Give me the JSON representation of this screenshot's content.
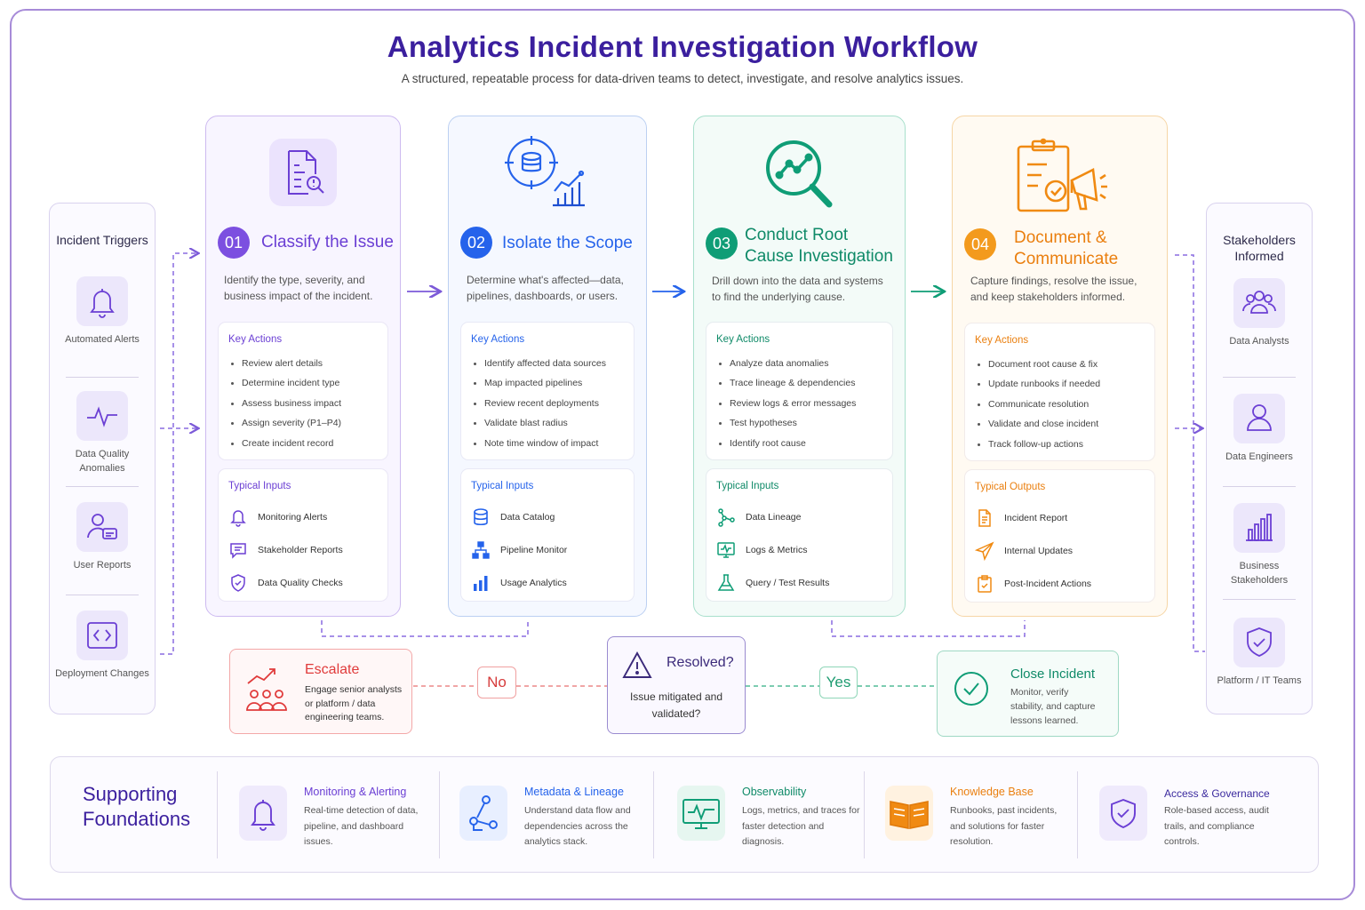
{
  "title": "Analytics Incident Investigation Workflow",
  "subtitle": "A structured, repeatable process for data-driven teams to detect, investigate, and resolve analytics issues.",
  "colors": {
    "purple": "#6b3fd4",
    "blue": "#2563eb",
    "green": "#0f9d76",
    "orange": "#f08a12",
    "red": "#e03b3b",
    "navy": "#3b1f9e"
  },
  "triggers": {
    "title": "Incident Triggers",
    "items": [
      {
        "label": "Automated Alerts",
        "icon": "bell-icon"
      },
      {
        "label": "Data Quality Anomalies",
        "icon": "pulse-icon"
      },
      {
        "label": "User Reports",
        "icon": "user-chat-icon"
      },
      {
        "label": "Deployment Changes",
        "icon": "code-icon"
      }
    ]
  },
  "stakeholders": {
    "title": "Stakeholders Informed",
    "items": [
      {
        "label": "Data Analysts",
        "icon": "group-icon"
      },
      {
        "label": "Data Engineers",
        "icon": "user-icon"
      },
      {
        "label": "Business Stakeholders",
        "icon": "bar-chart-icon"
      },
      {
        "label": "Platform / IT Teams",
        "icon": "shield-check-icon"
      }
    ]
  },
  "stages": [
    {
      "num": "01",
      "title": "Classify the Issue",
      "icon": "document-search-icon",
      "desc": "Identify the type, severity, and business impact of the incident.",
      "actions_title": "Key Actions",
      "actions": [
        "Review alert details",
        "Determine incident type",
        "Assess business impact",
        "Assign severity (P1–P4)",
        "Create incident record"
      ],
      "inputs_title": "Typical Inputs",
      "inputs": [
        {
          "label": "Monitoring Alerts",
          "icon": "bell-icon"
        },
        {
          "label": "Stakeholder Reports",
          "icon": "message-icon"
        },
        {
          "label": "Data Quality Checks",
          "icon": "shield-check-icon"
        }
      ]
    },
    {
      "num": "02",
      "title": "Isolate the Scope",
      "icon": "target-database-icon",
      "desc": "Determine what's affected—data, pipelines, dashboards, or users.",
      "actions_title": "Key Actions",
      "actions": [
        "Identify affected data sources",
        "Map impacted pipelines",
        "Review recent deployments",
        "Validate blast radius",
        "Note time window of impact"
      ],
      "inputs_title": "Typical Inputs",
      "inputs": [
        {
          "label": "Data Catalog",
          "icon": "database-icon"
        },
        {
          "label": "Pipeline Monitor",
          "icon": "hierarchy-icon"
        },
        {
          "label": "Usage Analytics",
          "icon": "bar-chart-icon"
        }
      ]
    },
    {
      "num": "03",
      "title": "Conduct Root Cause Investigation",
      "icon": "magnifier-trend-icon",
      "desc": "Drill down into the data and systems to find the underlying cause.",
      "actions_title": "Key Actions",
      "actions": [
        "Analyze data anomalies",
        "Trace lineage & dependencies",
        "Review logs & error messages",
        "Test hypotheses",
        "Identify root cause"
      ],
      "inputs_title": "Typical Inputs",
      "inputs": [
        {
          "label": "Data Lineage",
          "icon": "lineage-icon"
        },
        {
          "label": "Logs & Metrics",
          "icon": "monitor-pulse-icon"
        },
        {
          "label": "Query / Test Results",
          "icon": "flask-icon"
        }
      ]
    },
    {
      "num": "04",
      "title": "Document & Communicate",
      "icon": "clipboard-megaphone-icon",
      "desc": "Capture findings, resolve the issue, and keep stakeholders informed.",
      "actions_title": "Key Actions",
      "actions": [
        "Document root cause & fix",
        "Update runbooks if needed",
        "Communicate resolution",
        "Validate and close incident",
        "Track follow-up actions"
      ],
      "inputs_title": "Typical Outputs",
      "inputs": [
        {
          "label": "Incident Report",
          "icon": "document-icon"
        },
        {
          "label": "Internal Updates",
          "icon": "send-icon"
        },
        {
          "label": "Post-Incident Actions",
          "icon": "checklist-icon"
        }
      ]
    }
  ],
  "decision": {
    "escalate": {
      "title": "Escalate",
      "desc": "Engage senior analysts or platform / data engineering teams.",
      "icon": "people-trend-icon"
    },
    "no": "No",
    "resolved": {
      "title": "Resolved?",
      "desc": "Issue mitigated and validated?",
      "icon": "warning-icon"
    },
    "yes": "Yes",
    "close": {
      "title": "Close Incident",
      "desc": "Monitor, verify stability, and capture lessons learned.",
      "icon": "check-circle-icon"
    }
  },
  "foundations": {
    "title": "Supporting Foundations",
    "items": [
      {
        "name": "Monitoring & Alerting",
        "desc": "Real-time detection of data, pipeline, and dashboard issues.",
        "icon": "bell-icon"
      },
      {
        "name": "Metadata & Lineage",
        "desc": "Understand data flow and dependencies across the analytics stack.",
        "icon": "lineage-icon"
      },
      {
        "name": "Observability",
        "desc": "Logs, metrics, and traces for faster detection and diagnosis.",
        "icon": "monitor-pulse-icon"
      },
      {
        "name": "Knowledge Base",
        "desc": "Runbooks, past incidents, and solutions for faster resolution.",
        "icon": "book-icon"
      },
      {
        "name": "Access & Governance",
        "desc": "Role-based access, audit trails, and compliance controls.",
        "icon": "shield-check-icon"
      }
    ]
  }
}
